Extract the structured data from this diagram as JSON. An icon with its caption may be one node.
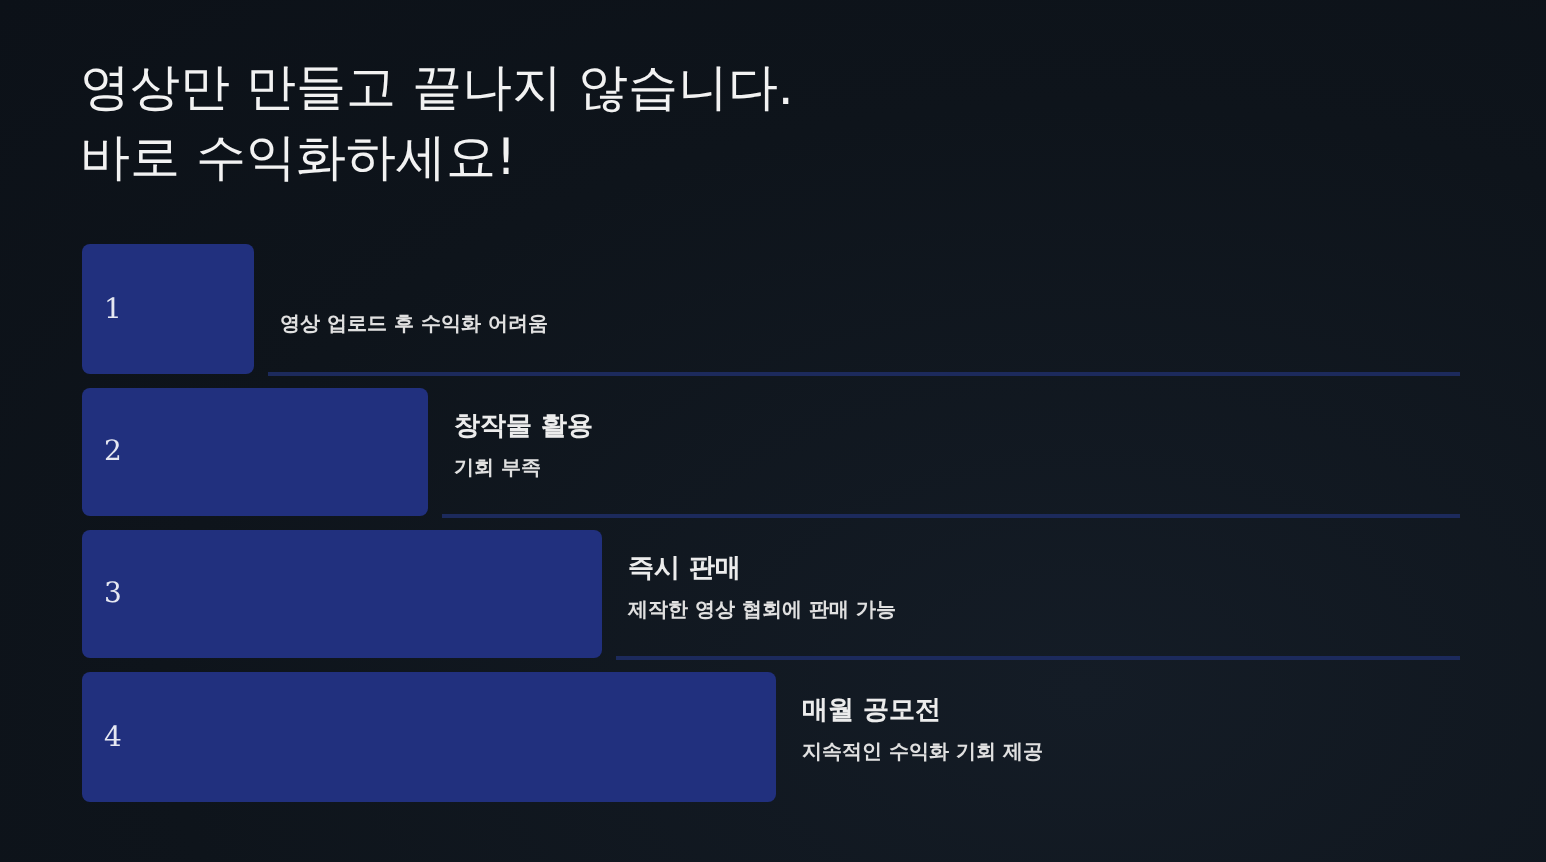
{
  "diagram": {
    "title": "영상만 만들고 끝나지 않습니다. 바로 수익화하세요!",
    "nodes": [
      {
        "text": [
          "1"
        ],
        "beside": [
          "영상 업로드 후 수익화 어려움"
        ]
      },
      {
        "text": [
          "2"
        ],
        "beside": [
          "창작물 활용",
          "기회 부족"
        ]
      },
      {
        "text": [
          "3"
        ],
        "beside": [
          "즉시 판매",
          "제작한 영상 협회에 판매 가능"
        ]
      },
      {
        "text": [
          "4"
        ],
        "beside": [
          "매월 공모전",
          "지속적인 수익화 기회 제공"
        ]
      }
    ],
    "edges": []
  }
}
